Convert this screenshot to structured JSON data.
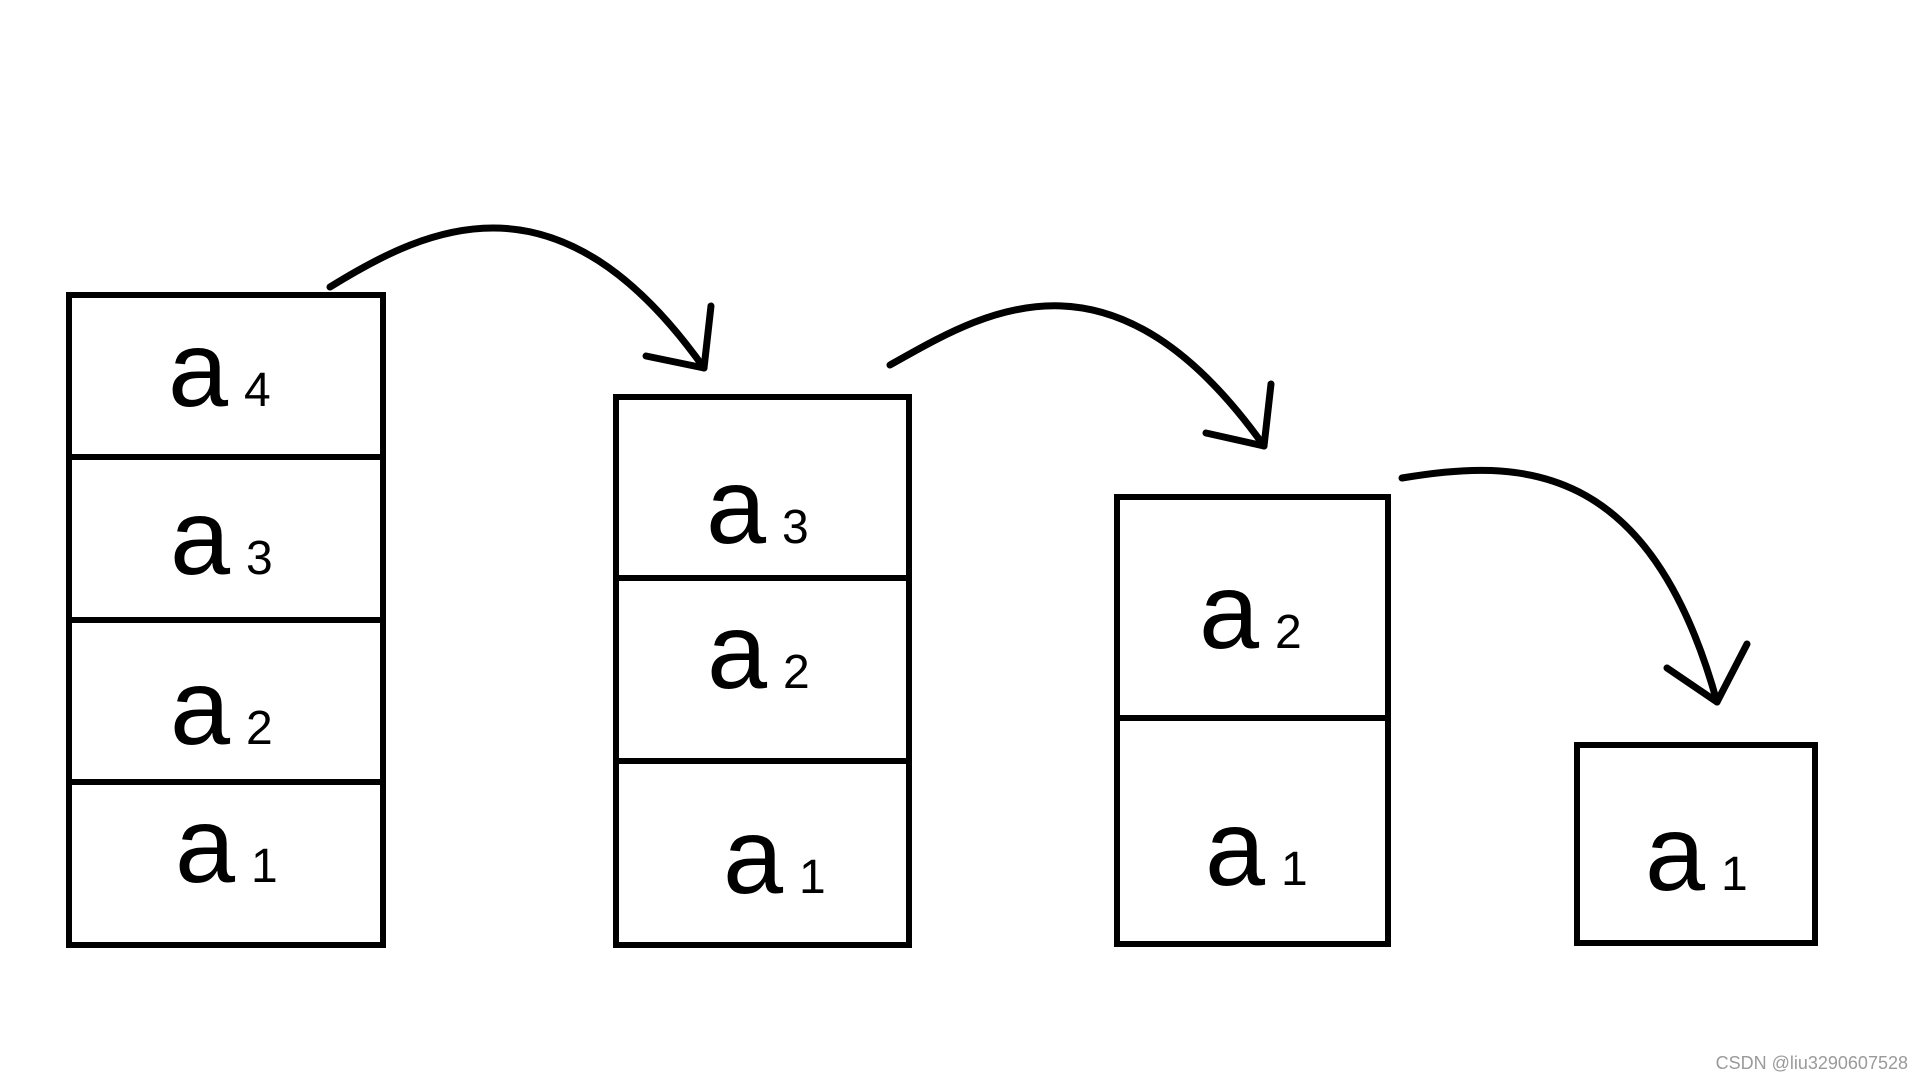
{
  "stacks": [
    {
      "cells": [
        {
          "letter": "a",
          "index": "4"
        },
        {
          "letter": "a",
          "index": "3"
        },
        {
          "letter": "a",
          "index": "2"
        },
        {
          "letter": "a",
          "index": "1"
        }
      ]
    },
    {
      "cells": [
        {
          "letter": "a",
          "index": "3"
        },
        {
          "letter": "a",
          "index": "2"
        },
        {
          "letter": "a",
          "index": "1"
        }
      ]
    },
    {
      "cells": [
        {
          "letter": "a",
          "index": "2"
        },
        {
          "letter": "a",
          "index": "1"
        }
      ]
    },
    {
      "cells": [
        {
          "letter": "a",
          "index": "1"
        }
      ]
    }
  ],
  "watermark": "CSDN @liu3290607528",
  "colors": {
    "stroke": "#000000",
    "background": "#ffffff",
    "watermark": "#9a9a9a"
  }
}
